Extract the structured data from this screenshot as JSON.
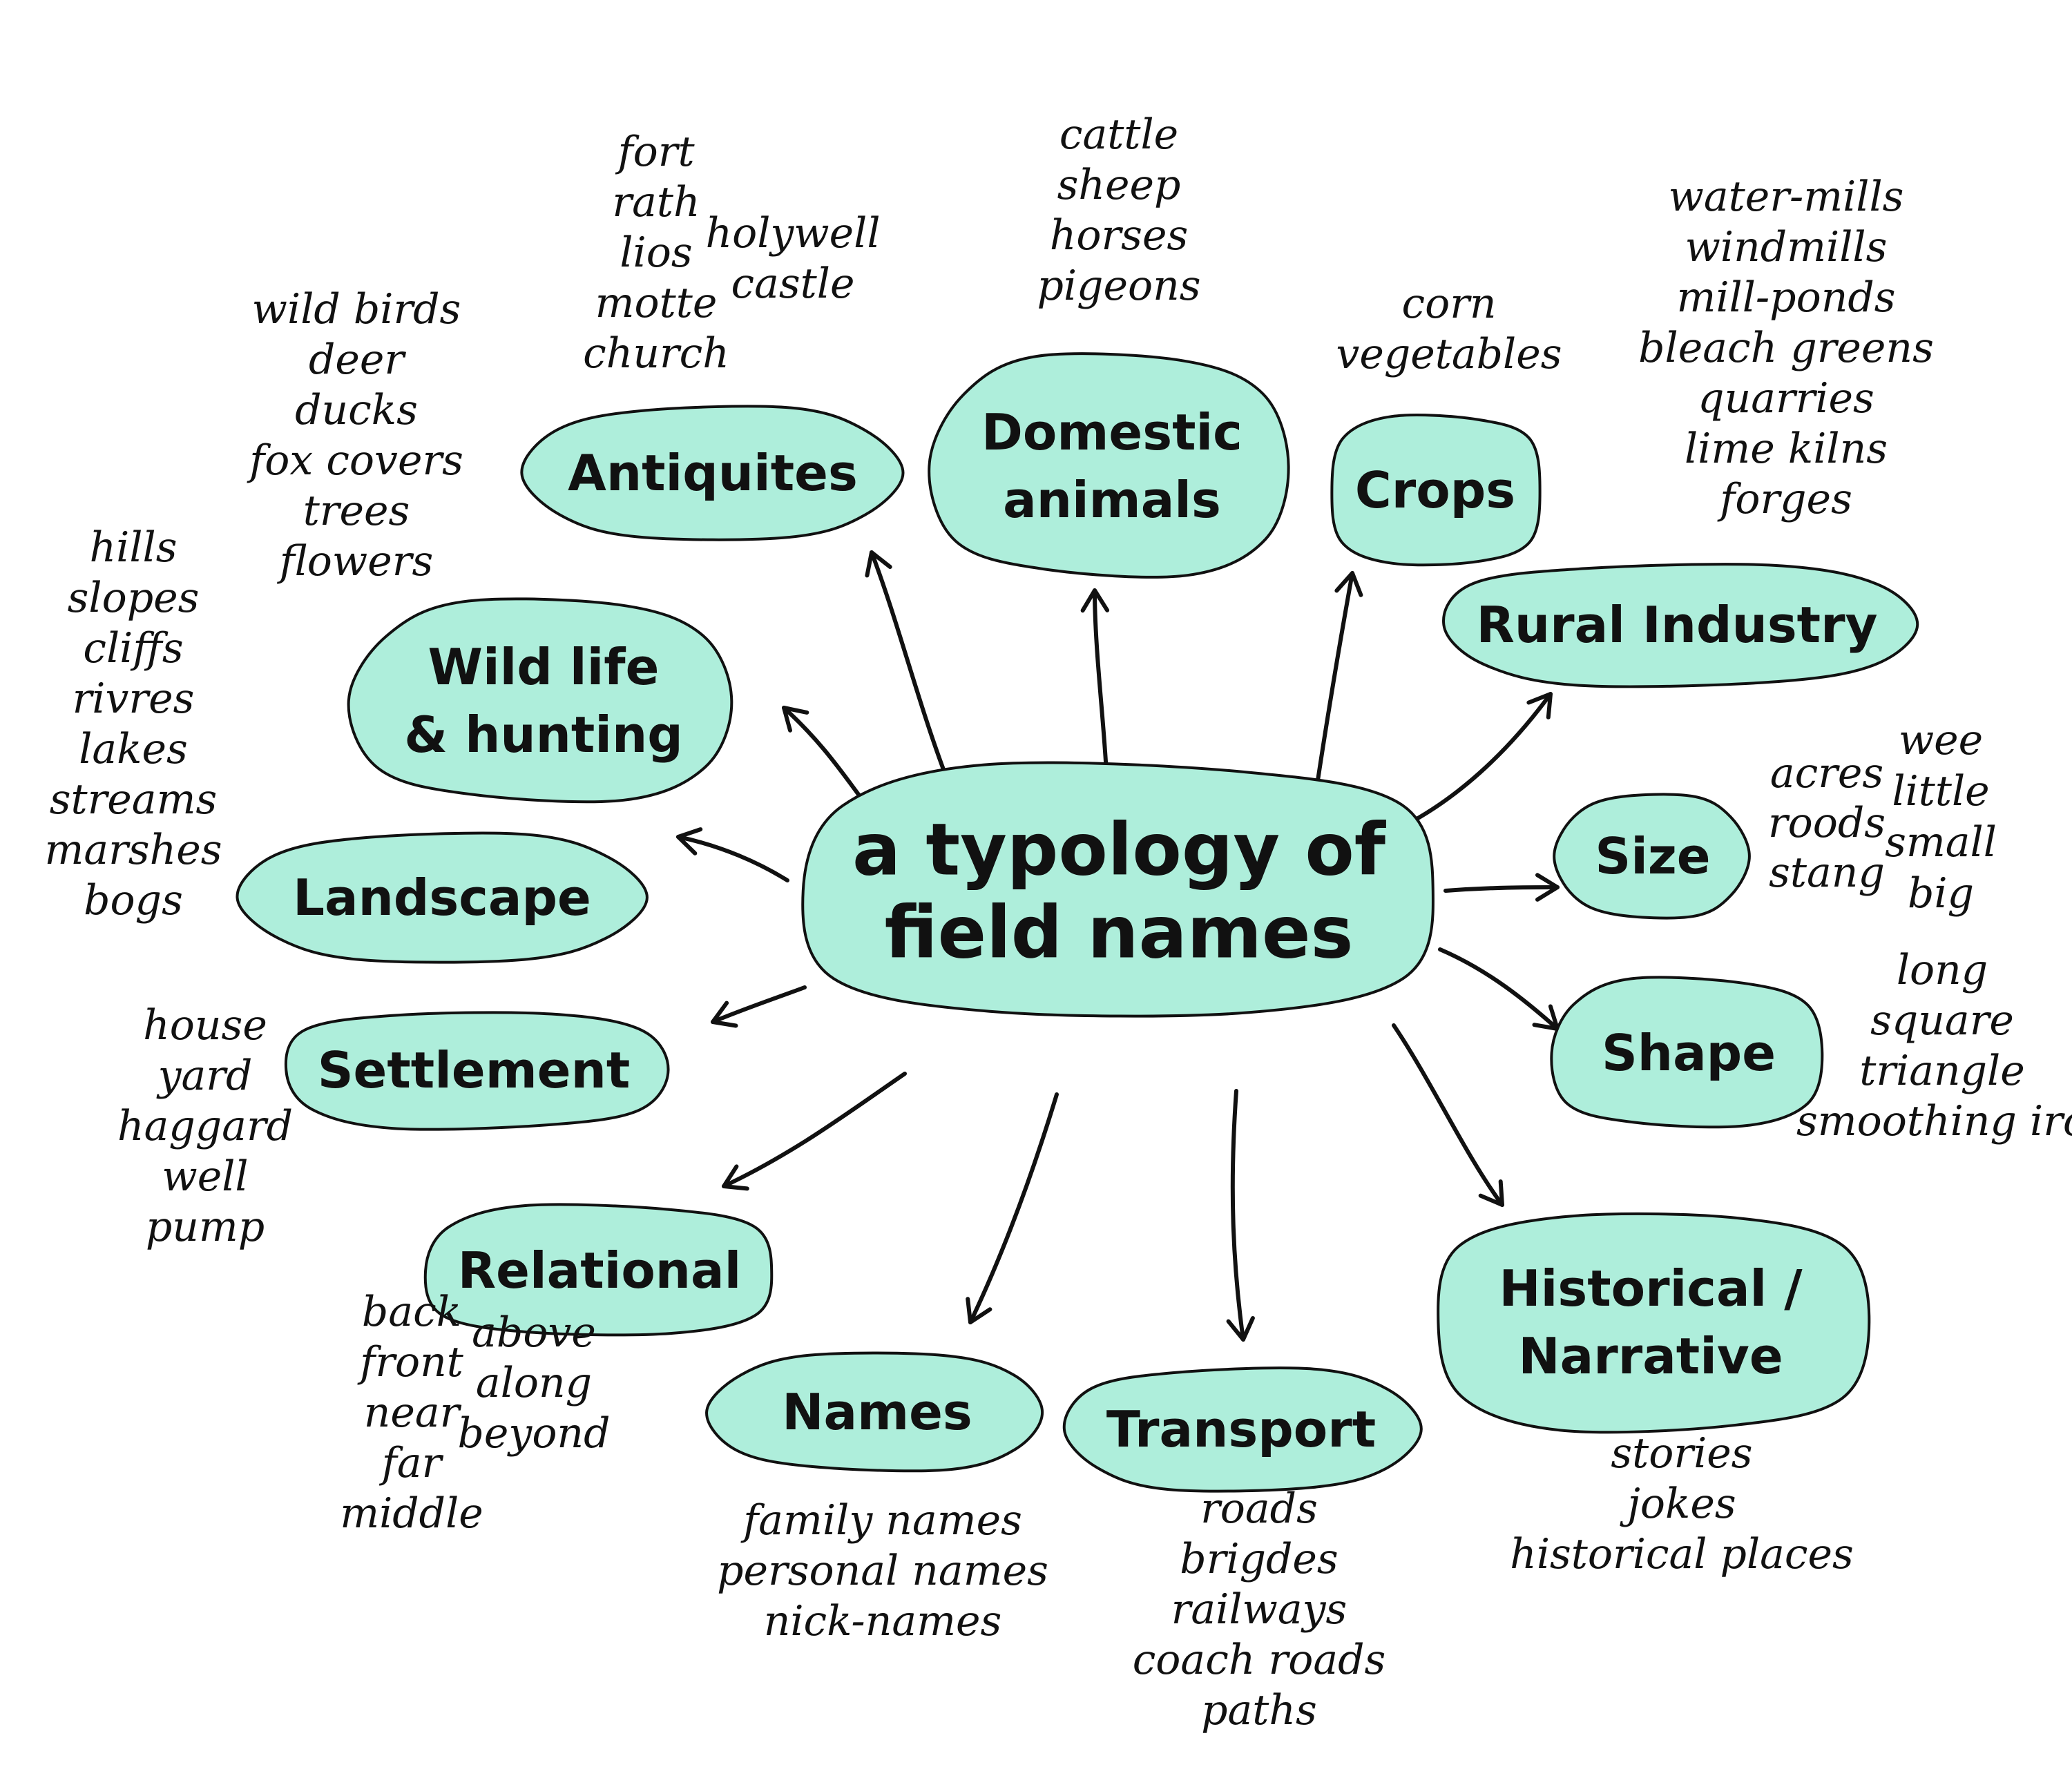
{
  "colors": {
    "node_fill": "#aeeedb",
    "stroke": "#111111",
    "background": "#ffffff"
  },
  "center": {
    "lines": [
      "a typology of",
      "field names"
    ]
  },
  "categories": [
    {
      "id": "antiquites",
      "lines": [
        "Antiquites"
      ],
      "items": [
        "fort",
        "rath",
        "lios",
        "motte",
        "church"
      ],
      "extra_items": [
        "holywell",
        "castle"
      ]
    },
    {
      "id": "domestic-animals",
      "lines": [
        "Domestic",
        "animals"
      ],
      "items": [
        "cattle",
        "sheep",
        "horses",
        "pigeons"
      ]
    },
    {
      "id": "crops",
      "lines": [
        "Crops"
      ],
      "items": [
        "corn",
        "vegetables"
      ]
    },
    {
      "id": "rural-industry",
      "lines": [
        "Rural Industry"
      ],
      "items": [
        "water-mills",
        "windmills",
        "mill-ponds",
        "bleach greens",
        "quarries",
        "lime kilns",
        "forges"
      ]
    },
    {
      "id": "size",
      "lines": [
        "Size"
      ],
      "items": [
        "acres",
        "roods",
        "stang"
      ],
      "extra_items": [
        "wee",
        "little",
        "small",
        "big"
      ]
    },
    {
      "id": "shape",
      "lines": [
        "Shape"
      ],
      "items": [
        "long",
        "square",
        "triangle",
        "smoothing iro"
      ]
    },
    {
      "id": "historical-narrative",
      "lines": [
        "Historical /",
        "Narrative"
      ],
      "items": [
        "stories",
        "jokes",
        "historical places"
      ]
    },
    {
      "id": "transport",
      "lines": [
        "Transport"
      ],
      "items": [
        "roads",
        "brigdes",
        "railways",
        "coach roads",
        "paths"
      ]
    },
    {
      "id": "names",
      "lines": [
        "Names"
      ],
      "items": [
        "family names",
        "personal names",
        "nick-names"
      ]
    },
    {
      "id": "relational",
      "lines": [
        "Relational"
      ],
      "items": [
        "back",
        "front",
        "near",
        "far",
        "middle"
      ],
      "extra_items": [
        "above",
        "along",
        "beyond"
      ]
    },
    {
      "id": "settlement",
      "lines": [
        "Settlement"
      ],
      "items": [
        "house",
        "yard",
        "haggard",
        "well",
        "pump"
      ]
    },
    {
      "id": "landscape",
      "lines": [
        "Landscape"
      ],
      "items": [
        "hills",
        "slopes",
        "cliffs",
        "rivres",
        "lakes",
        "streams",
        "marshes",
        "bogs"
      ]
    },
    {
      "id": "wild-life-hunting",
      "lines": [
        "Wild life",
        "& hunting"
      ],
      "items": [
        "wild birds",
        "deer",
        "ducks",
        "fox covers",
        "trees",
        "flowers"
      ]
    }
  ]
}
